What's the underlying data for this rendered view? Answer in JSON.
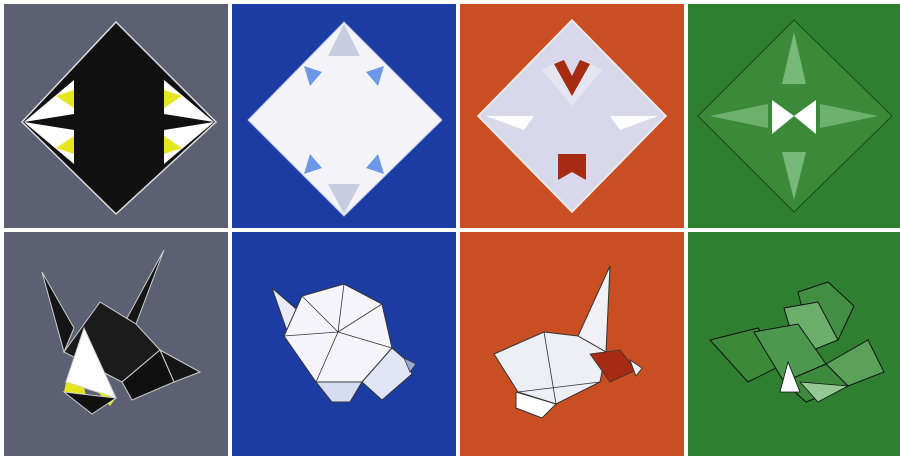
{
  "image": {
    "columns": [
      {
        "name": "gray",
        "background": "#5a6070",
        "paper_front": "#141414",
        "paper_back": "#ffffff",
        "accent": "#e0e020"
      },
      {
        "name": "blue",
        "background": "#1a3aa0",
        "paper_front": "#ffffff",
        "paper_back": "#e8eefc",
        "accent": "#6a9ae8"
      },
      {
        "name": "red",
        "background": "#c84c20",
        "paper_front": "#dcdcec",
        "paper_back": "#ffffff",
        "accent": "#a82a10"
      },
      {
        "name": "green",
        "background": "#2e7e30",
        "paper_front": "#3c8a3c",
        "paper_back": "#ffffff",
        "accent": "#7cb87c"
      }
    ],
    "rows": [
      "crease-pattern",
      "folded-crane"
    ]
  }
}
